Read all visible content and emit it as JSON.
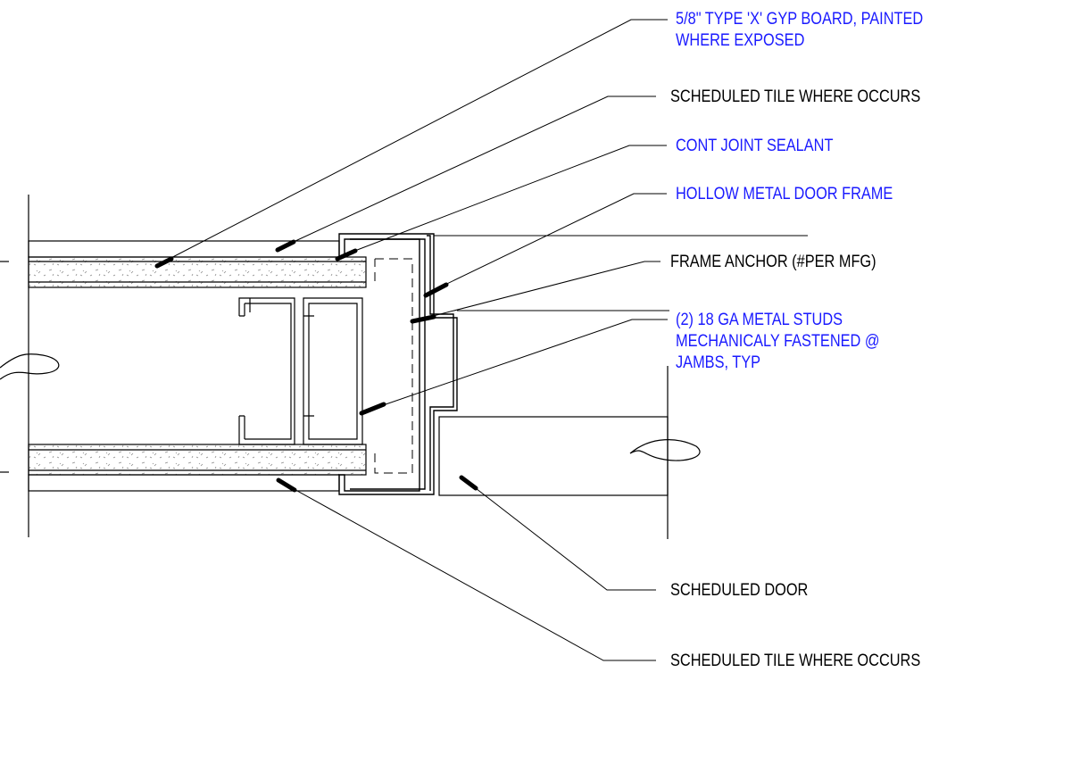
{
  "colors": {
    "line": "#000000",
    "note_black": "#000000",
    "note_blue": "#1a1aff",
    "insulation_speckle": "#8c8c8c"
  },
  "notes": [
    {
      "id": "gyp-board",
      "lines": [
        "5/8\" TYPE 'X' GYP BOARD, PAINTED",
        "WHERE EXPOSED"
      ],
      "color": "blue"
    },
    {
      "id": "tile-top",
      "lines": [
        "SCHEDULED TILE WHERE OCCURS"
      ],
      "color": "black"
    },
    {
      "id": "sealant",
      "lines": [
        "CONT JOINT SEALANT"
      ],
      "color": "blue"
    },
    {
      "id": "door-frame",
      "lines": [
        "HOLLOW METAL DOOR FRAME"
      ],
      "color": "blue"
    },
    {
      "id": "frame-anchor",
      "lines": [
        "FRAME ANCHOR (#PER MFG)"
      ],
      "color": "black"
    },
    {
      "id": "metal-studs",
      "lines": [
        "(2) 18 GA METAL STUDS",
        "MECHANICALY FASTENED @",
        "JAMBS, TYP"
      ],
      "color": "blue"
    },
    {
      "id": "door",
      "lines": [
        "SCHEDULED DOOR"
      ],
      "color": "black"
    },
    {
      "id": "tile-bottom",
      "lines": [
        "SCHEDULED TILE WHERE OCCURS"
      ],
      "color": "black"
    }
  ]
}
